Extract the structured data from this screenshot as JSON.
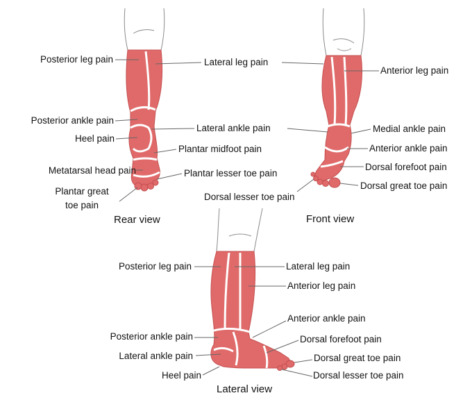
{
  "colors": {
    "muscle": "#e06a6a",
    "muscle_dark": "#c44f50",
    "region_line": "#ffffff",
    "outline": "#8a8a8a",
    "leader": "#666666",
    "background": "#ffffff"
  },
  "views": {
    "rear": {
      "title": "Rear view",
      "labels": {
        "posterior_leg": "Posterior leg pain",
        "lateral_leg": "Lateral leg pain",
        "posterior_ankle": "Posterior ankle pain",
        "lateral_ankle": "Lateral ankle pain",
        "heel": "Heel pain",
        "plantar_midfoot": "Plantar midfoot pain",
        "metatarsal_head": "Metatarsal head pain",
        "plantar_lesser_toe": "Plantar lesser toe pain",
        "plantar_great_toe_1": "Plantar great",
        "plantar_great_toe_2": "toe pain"
      }
    },
    "front": {
      "title": "Front view",
      "labels": {
        "anterior_leg": "Anterior leg pain",
        "medial_ankle": "Medial ankle pain",
        "anterior_ankle": "Anterior ankle pain",
        "dorsal_forefoot": "Dorsal forefoot pain",
        "dorsal_great_toe": "Dorsal great toe pain",
        "dorsal_lesser_toe": "Dorsal lesser toe pain"
      }
    },
    "lateral": {
      "title": "Lateral view",
      "labels": {
        "posterior_leg": "Posterior leg pain",
        "lateral_leg": "Lateral leg pain",
        "anterior_leg": "Anterior leg pain",
        "anterior_ankle": "Anterior ankle pain",
        "dorsal_forefoot": "Dorsal forefoot pain",
        "posterior_ankle": "Posterior ankle pain",
        "lateral_ankle": "Lateral ankle pain",
        "dorsal_great_toe": "Dorsal great toe pain",
        "heel": "Heel pain",
        "dorsal_lesser_toe": "Dorsal lesser toe pain"
      }
    }
  }
}
